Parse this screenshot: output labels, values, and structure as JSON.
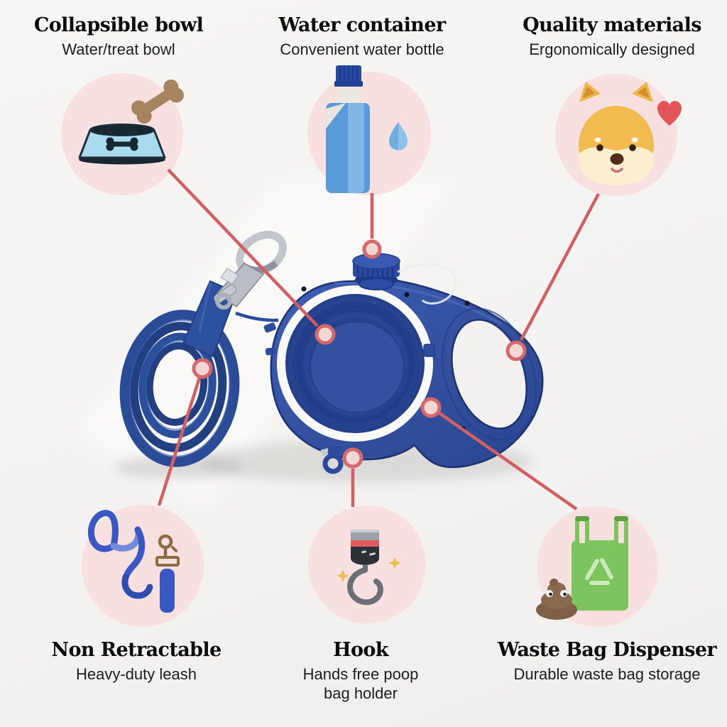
{
  "canvas": {
    "background": "#f4f3f1",
    "accent_line_color": "#d26063",
    "bubble_color": "#f8e0e0",
    "product_blue": "#33519f"
  },
  "product": {
    "name": "retractable-dog-leash-with-bowl-and-bottle"
  },
  "features": [
    {
      "title": "Collapsible bowl",
      "subtitle": "Water/treat bowl",
      "icon": "dog-bowl-icon"
    },
    {
      "title": "Water container",
      "subtitle": "Convenient water bottle",
      "icon": "water-bottle-icon"
    },
    {
      "title": "Quality materials",
      "subtitle": "Ergonomically designed",
      "icon": "shiba-dog-face-icon"
    },
    {
      "title": "Non Retractable",
      "subtitle": "Heavy-duty leash",
      "icon": "leash-with-clasp-icon"
    },
    {
      "title": "Hook",
      "subtitle": "Hands free poop bag holder",
      "icon": "crane-hook-icon"
    },
    {
      "title": "Waste Bag Dispenser",
      "subtitle": "Durable waste bag storage",
      "icon": "waste-bag-poop-icon"
    }
  ]
}
